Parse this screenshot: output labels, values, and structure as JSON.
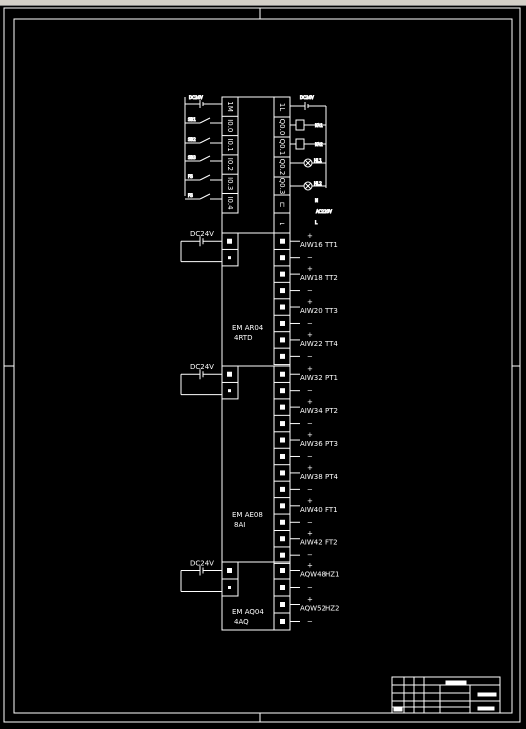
{
  "plc": {
    "inputs": [
      "1M",
      "I0.0",
      "I0.1",
      "I0.2",
      "I0.3",
      "I0.4"
    ],
    "outputs": [
      "1L",
      "Q0.0",
      "Q0.1",
      "Q0.2",
      "Q0.3",
      "N",
      "L"
    ],
    "input_supply": "DC24V",
    "output_supply": "DC24V",
    "input_devices": [
      "SB1",
      "SB2",
      "SB3",
      "FS",
      "FS"
    ],
    "output_devices": [
      "KA1",
      "KA2",
      "HL1",
      "HL2"
    ],
    "ac_supply": "AC220V",
    "ac_terminals": [
      "N",
      "L"
    ]
  },
  "modules": [
    {
      "name": "EM AR04",
      "type": "4RTD",
      "supply": "DC24V",
      "channels": [
        {
          "addr": "AIW16",
          "tag": "TT1"
        },
        {
          "addr": "AIW18",
          "tag": "TT2"
        },
        {
          "addr": "AIW20",
          "tag": "TT3"
        },
        {
          "addr": "AIW22",
          "tag": "TT4"
        }
      ]
    },
    {
      "name": "EM AE08",
      "type": "8AI",
      "supply": "DC24V",
      "channels": [
        {
          "addr": "AIW32",
          "tag": "PT1"
        },
        {
          "addr": "AIW34",
          "tag": "PT2"
        },
        {
          "addr": "AIW36",
          "tag": "PT3"
        },
        {
          "addr": "AIW38",
          "tag": "PT4"
        },
        {
          "addr": "AIW40",
          "tag": "FT1"
        },
        {
          "addr": "AIW42",
          "tag": "FT2"
        }
      ]
    },
    {
      "name": "EM AQ04",
      "type": "4AQ",
      "supply": "DC24V",
      "channels": [
        {
          "addr": "AQW48",
          "tag": "HZ1"
        },
        {
          "addr": "AQW52",
          "tag": "HZ2"
        }
      ]
    }
  ],
  "signs": {
    "plus": "+",
    "minus": "−"
  }
}
